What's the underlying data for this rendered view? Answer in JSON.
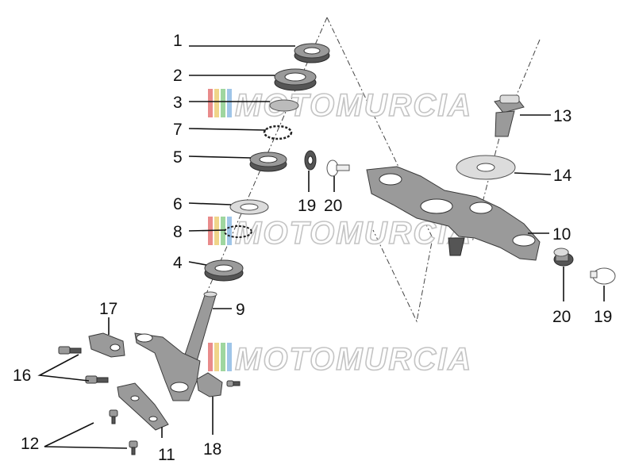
{
  "labels": [
    "1",
    "2",
    "3",
    "7",
    "5",
    "6",
    "8",
    "4",
    "9",
    "17",
    "16",
    "12",
    "11",
    "18",
    "19",
    "20",
    "13",
    "14",
    "10",
    "20",
    "19"
  ],
  "watermark": "MOTOMURCIA",
  "colors": {
    "stripe_red": "#e98b8b",
    "stripe_yellow": "#f0d58a",
    "stripe_green": "#9fd69f",
    "stripe_blue": "#9fc5e8"
  }
}
